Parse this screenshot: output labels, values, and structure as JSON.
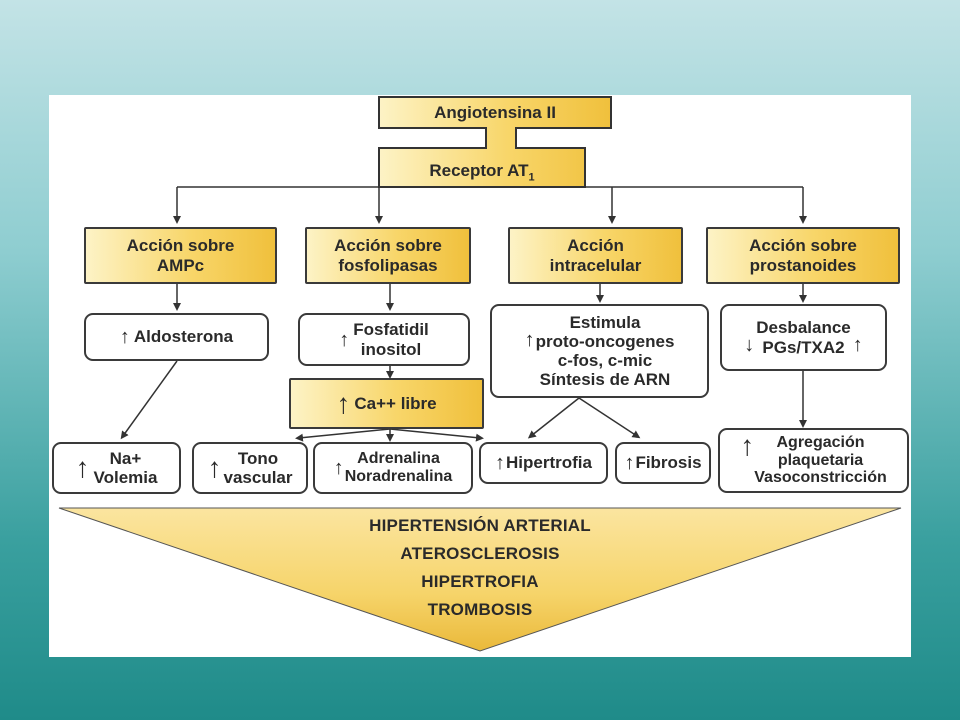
{
  "top": {
    "angiotensina": "Angiotensina II",
    "receptor": "Receptor AT",
    "receptor_sub": "1"
  },
  "actions": [
    {
      "line1": "Acción sobre",
      "line2": "AMPc"
    },
    {
      "line1": "Acción sobre",
      "line2": "fosfolipasas"
    },
    {
      "line1": "Acción",
      "line2": "intracelular"
    },
    {
      "line1": "Acción sobre",
      "line2": "prostanoides"
    }
  ],
  "mid": {
    "aldosterona": "Aldosterona",
    "fosfatidil_1": "Fosfatidil",
    "fosfatidil_2": "inositol",
    "calcio": "Ca++ libre",
    "estimula_1": "Estimula",
    "estimula_2": "proto-oncogenes",
    "estimula_3": "c-fos, c-mic",
    "estimula_4": "Síntesis de ARN",
    "desbalance_1": "Desbalance",
    "desbalance_2": "PGs/TXA2"
  },
  "effects": {
    "na_1": "Na+",
    "na_2": "Volemia",
    "tono_1": "Tono",
    "tono_2": "vascular",
    "adrenalina_1": "Adrenalina",
    "adrenalina_2": "Noradrenalina",
    "hipertrofia": "Hipertrofia",
    "fibrosis": "Fibrosis",
    "agregacion_1": "Agregación",
    "agregacion_2": "plaquetaria",
    "agregacion_3": "Vasoconstricción"
  },
  "outcomes": [
    "HIPERTENSIÓN ARTERIAL",
    "ATEROSCLEROSIS",
    "HIPERTROFIA",
    "TROMBOSIS"
  ],
  "colors": {
    "gold_light": "#fdf3c6",
    "gold": "#f0c03c",
    "border": "#3a3a3a"
  },
  "icons": {
    "increase": "up-arrow-icon",
    "decrease": "down-arrow-icon"
  }
}
